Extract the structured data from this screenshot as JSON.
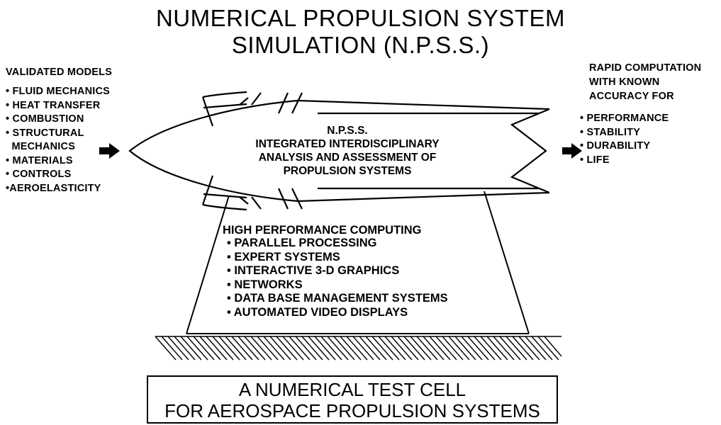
{
  "title": {
    "line1": "NUMERICAL PROPULSION SYSTEM",
    "line2": "SIMULATION (N.P.S.S.)"
  },
  "inputs": {
    "heading": "VALIDATED MODELS",
    "items": [
      "• FLUID MECHANICS",
      "• HEAT TRANSFER",
      "• COMBUSTION",
      "• STRUCTURAL",
      "  MECHANICS",
      "• MATERIALS",
      "• CONTROLS",
      "•AEROELASTICITY"
    ]
  },
  "outputs": {
    "heading_lines": [
      "RAPID COMPUTATION",
      "WITH KNOWN",
      "ACCURACY FOR"
    ],
    "items": [
      "• PERFORMANCE",
      "• STABILITY",
      "• DURABILITY",
      "• LIFE"
    ]
  },
  "engine": {
    "lines": [
      "N.P.S.S.",
      "INTEGRATED INTERDISCIPLINARY",
      "ANALYSIS AND ASSESSMENT OF",
      "PROPULSION SYSTEMS"
    ]
  },
  "computing": {
    "heading": "HIGH PERFORMANCE COMPUTING",
    "items": [
      "• PARALLEL PROCESSING",
      "• EXPERT SYSTEMS",
      "• INTERACTIVE 3-D GRAPHICS",
      "• NETWORKS",
      "• DATA BASE MANAGEMENT SYSTEMS",
      "• AUTOMATED VIDEO DISPLAYS"
    ]
  },
  "footer": {
    "line1": "A NUMERICAL TEST CELL",
    "line2": "FOR AEROSPACE PROPULSION SYSTEMS"
  }
}
